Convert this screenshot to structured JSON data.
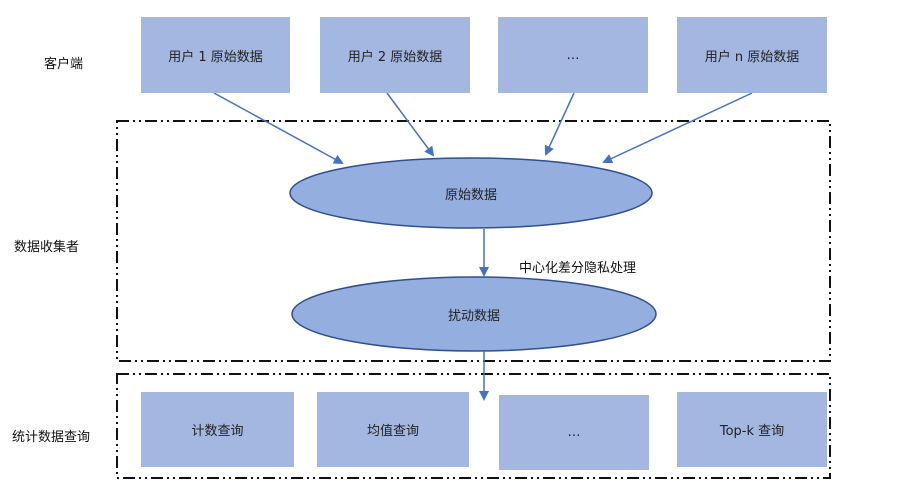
{
  "layers": {
    "client": "客户端",
    "collector": "数据收集者",
    "query": "统计数据查询"
  },
  "client_boxes": [
    {
      "label": "用户 1 原始数据"
    },
    {
      "label": "用户 2 原始数据"
    },
    {
      "label": "…"
    },
    {
      "label": "用户 n 原始数据"
    }
  ],
  "collector": {
    "raw_data": "原始数据",
    "process_label": "中心化差分隐私处理",
    "perturbed_data": "扰动数据"
  },
  "query_boxes": [
    {
      "label": "计数查询"
    },
    {
      "label": "均值查询"
    },
    {
      "label": "…"
    },
    {
      "label": "Top-k 查询"
    }
  ],
  "colors": {
    "box_fill": "#a4b7e0",
    "ellipse_fill": "#94aee0",
    "ellipse_stroke": "#2f4f8f",
    "arrow": "#4472c4",
    "dashed_border": "#111111"
  }
}
